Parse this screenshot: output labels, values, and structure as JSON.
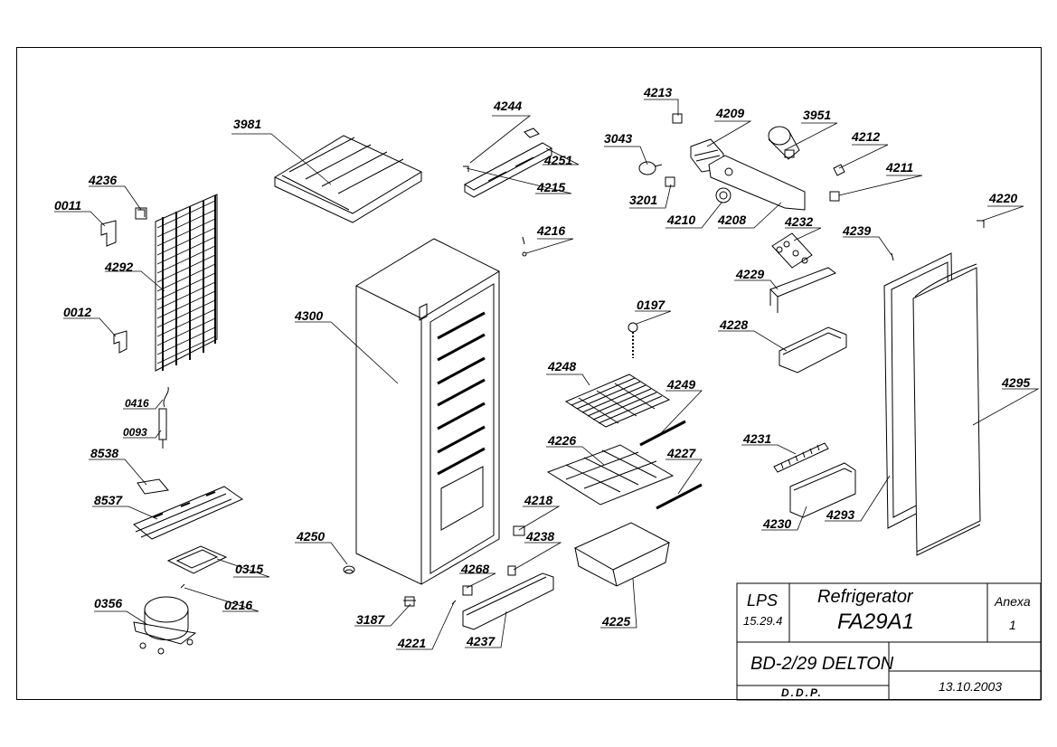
{
  "labels": {
    "l3981": "3981",
    "l4244": "4244",
    "l4251": "4251",
    "l4213": "4213",
    "l4209": "4209",
    "l3951": "3951",
    "l3043": "3043",
    "l4212": "4212",
    "l4211": "4211",
    "l4215": "4215",
    "l3201": "3201",
    "l4210": "4210",
    "l4208": "4208",
    "l4216": "4216",
    "l4232": "4232",
    "l4239": "4239",
    "l4220": "4220",
    "l4236": "4236",
    "l0011": "0011",
    "l4292": "4292",
    "l0012": "0012",
    "l4300": "4300",
    "l4229": "4229",
    "l0197": "0197",
    "l4228": "4228",
    "l4248": "4248",
    "l4249": "4249",
    "l4295": "4295",
    "l0416": "0416",
    "l0093": "0093",
    "l8538": "8538",
    "l8537": "8537",
    "l4231": "4231",
    "l4226": "4226",
    "l4227": "4227",
    "l4230": "4230",
    "l4293": "4293",
    "l4218": "4218",
    "l4238": "4238",
    "l4250": "4250",
    "l0315": "0315",
    "l4268": "4268",
    "l0356": "0356",
    "l0216": "0216",
    "l3187": "3187",
    "l4221": "4221",
    "l4237": "4237",
    "l4225": "4225"
  },
  "title_block": {
    "code": "LPS",
    "code_num": "15.29.4",
    "product": "Refrigerator",
    "model": "FA29A1",
    "annex": "Anexa",
    "annex_num": "1",
    "variant": "BD-2/29 DELTON",
    "dept": "D.D.P.",
    "date": "13.10.2003"
  }
}
